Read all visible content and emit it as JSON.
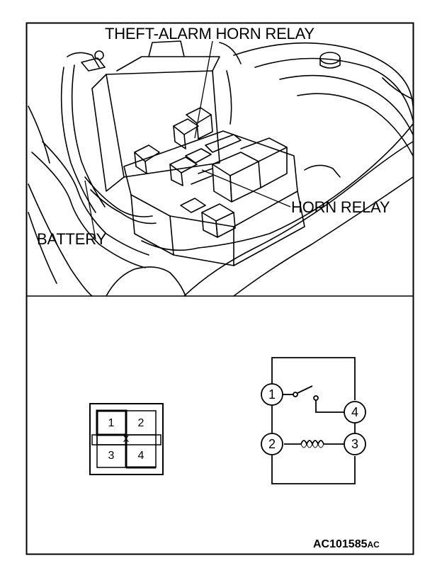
{
  "labels": {
    "theft_alarm_horn_relay": "THEFT-ALARM HORN RELAY",
    "horn_relay": "HORN RELAY",
    "battery": "BATTERY",
    "figure_code_main": "AC101585",
    "figure_code_suffix": "AC"
  },
  "connector": {
    "pins": [
      "1",
      "2",
      "3",
      "4"
    ],
    "key_mark": "X"
  },
  "schematic": {
    "terminals": [
      "1",
      "2",
      "3",
      "4"
    ],
    "switch": "normally-open",
    "coil": "relay-coil"
  },
  "colors": {
    "ink": "#000000",
    "paper": "#ffffff"
  }
}
